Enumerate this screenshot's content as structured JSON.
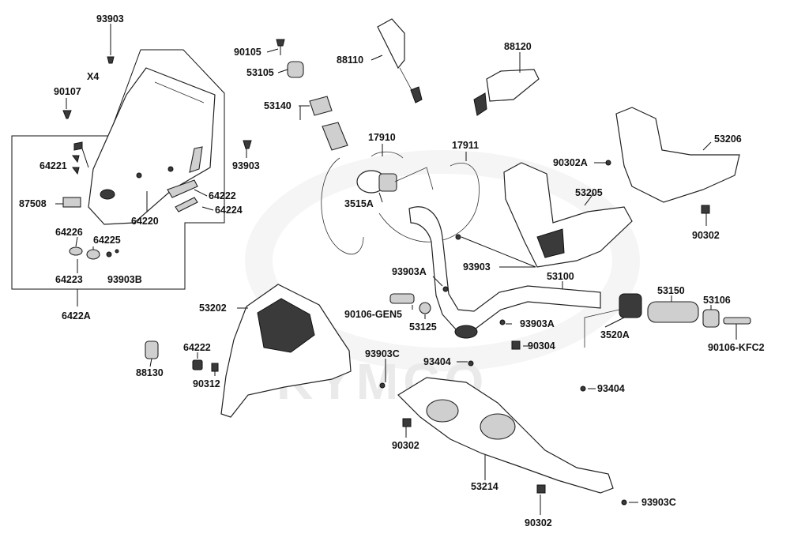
{
  "watermark": {
    "brand": "KYMCO"
  },
  "labels": {
    "l93903_top": "93903",
    "lx4": "X4",
    "l90107": "90107",
    "l93903_mid": "93903",
    "l64221": "64221",
    "l87508": "87508",
    "l64220": "64220",
    "l64222_a": "64222",
    "l64224": "64224",
    "l64226": "64226",
    "l64225": "64225",
    "l64223": "64223",
    "l93903B": "93903B",
    "l6422A": "6422A",
    "l90105": "90105",
    "l53105": "53105",
    "l53140": "53140",
    "l88110": "88110",
    "l88120": "88120",
    "l17910": "17910",
    "l17911": "17911",
    "l3515A": "3515A",
    "l53206": "53206",
    "l90302A": "90302A",
    "l53205": "53205",
    "l90302_r": "90302",
    "l93903_c": "93903",
    "l93903A_a": "93903A",
    "l53100": "53100",
    "l53150": "53150",
    "l53106": "53106",
    "l90106GEN5": "90106-GEN5",
    "l53125": "53125",
    "l93903A_b": "93903A",
    "l3520A": "3520A",
    "l90106KFC2": "90106-KFC2",
    "l90304": "90304",
    "l53202": "53202",
    "l64222_b": "64222",
    "l90312": "90312",
    "l88130": "88130",
    "l93903C_a": "93903C",
    "l93404_a": "93404",
    "l93404_b": "93404",
    "l90302_b1": "90302",
    "l53214": "53214",
    "l93903C_b": "93903C",
    "l90302_b2": "90302"
  }
}
